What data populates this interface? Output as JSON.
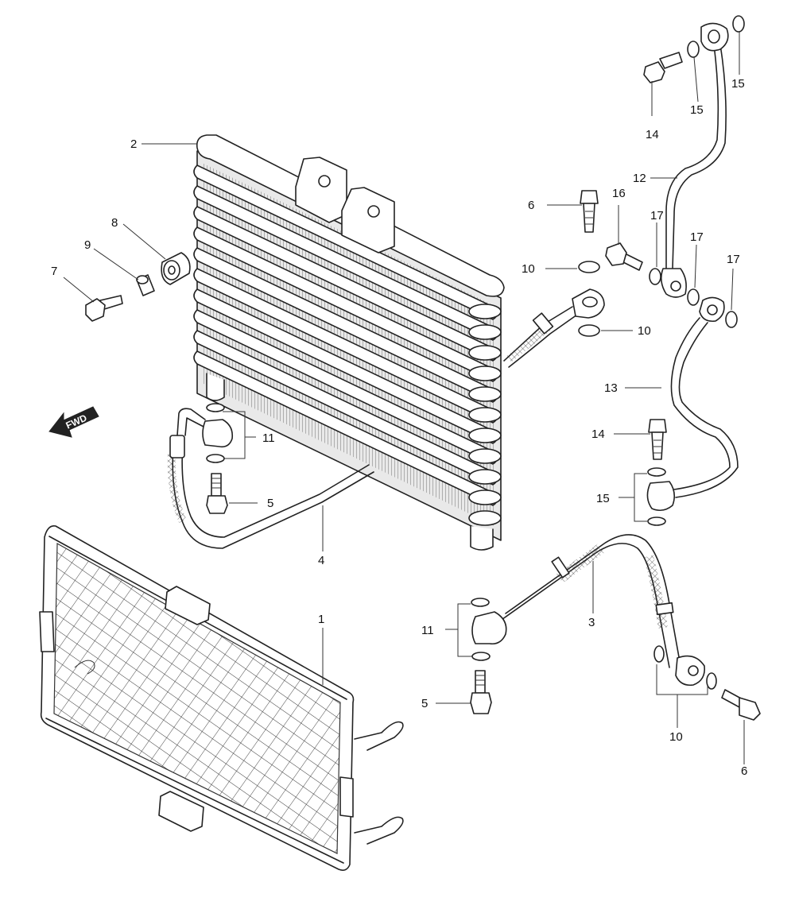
{
  "fwd_label": "FWD",
  "labels": {
    "c1": "1",
    "c2": "2",
    "c3": "3",
    "c4": "4",
    "c5a": "5",
    "c5b": "5",
    "c6a": "6",
    "c6b": "6",
    "c7": "7",
    "c8": "8",
    "c9": "9",
    "c10a": "10",
    "c10b": "10",
    "c10c": "10",
    "c11a": "11",
    "c11b": "11",
    "c12": "12",
    "c13": "13",
    "c14a": "14",
    "c14b": "14",
    "c15a": "15",
    "c15b": "15",
    "c15c": "15",
    "c16": "16",
    "c17a": "17",
    "c17b": "17",
    "c17c": "17"
  },
  "icons": [
    "fwd-arrow-icon",
    "bolt-icon",
    "washer-icon",
    "hose-icon"
  ]
}
